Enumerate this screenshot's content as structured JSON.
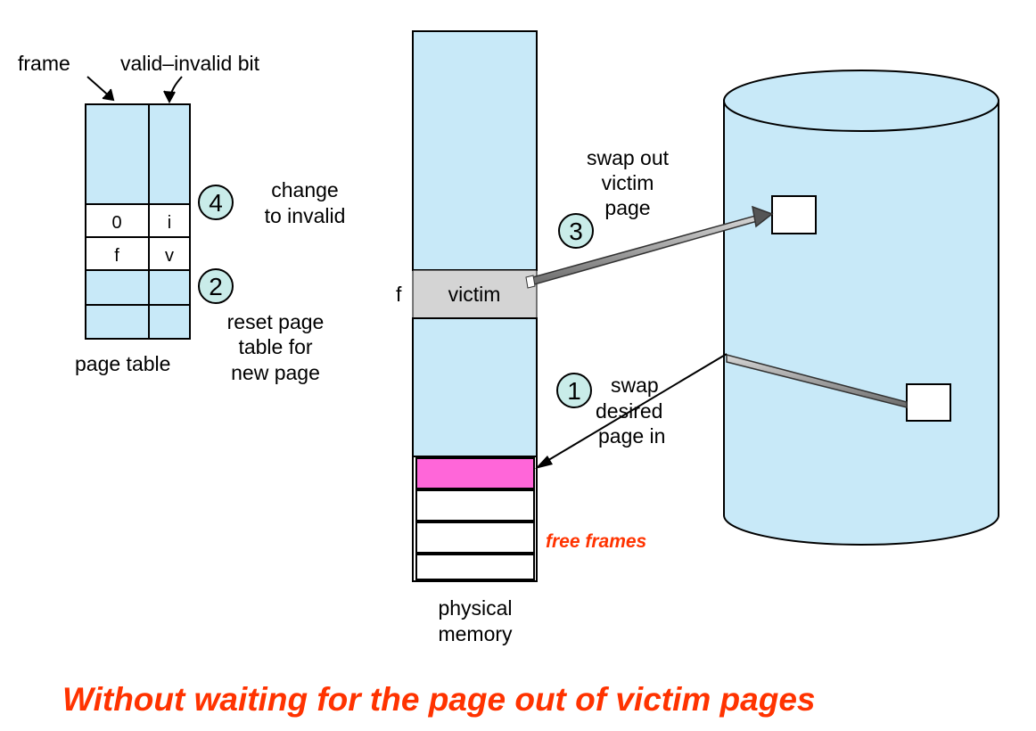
{
  "colors": {
    "fill_blue": "#c8e9f8",
    "victim_gray": "#d4d4d4",
    "new_page_pink": "#ff66d9",
    "step_circle": "#c9ece9",
    "accent_red": "#ff3300"
  },
  "page_table": {
    "frame_label": "frame",
    "valid_bit_label": "valid–invalid bit",
    "caption": "page table",
    "rows": [
      {
        "frame": "0",
        "bit": "i"
      },
      {
        "frame": "f",
        "bit": "v"
      }
    ]
  },
  "steps": [
    {
      "number": "1",
      "lines": [
        "swap",
        "desired",
        "page in"
      ]
    },
    {
      "number": "2",
      "lines": [
        "reset page",
        "table for",
        "new page"
      ]
    },
    {
      "number": "3",
      "lines": [
        "swap out",
        "victim",
        "page"
      ]
    },
    {
      "number": "4",
      "lines": [
        "change",
        "to invalid"
      ]
    }
  ],
  "physical_memory": {
    "caption_lines": [
      "physical",
      "memory"
    ],
    "victim_label": "victim",
    "frame_marker": "f",
    "free_frames_label": "free frames"
  },
  "caption": "Without waiting for the page out of victim pages"
}
